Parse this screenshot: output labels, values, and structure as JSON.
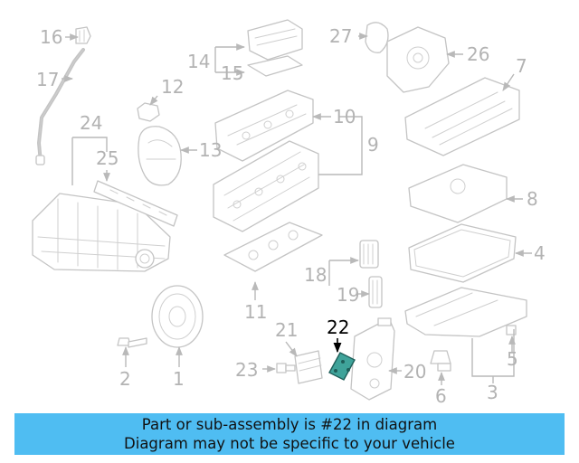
{
  "diagram": {
    "callouts": [
      "16",
      "17",
      "24",
      "25",
      "12",
      "13",
      "14",
      "15",
      "10",
      "9",
      "27",
      "26",
      "7",
      "8",
      "4",
      "18",
      "19",
      "11",
      "21",
      "22",
      "23",
      "20",
      "2",
      "1",
      "6",
      "5",
      "3"
    ],
    "highlighted": "22",
    "colors": {
      "highlight_part": "#3fa39a",
      "banner_bg": "#4fbdf2",
      "line_art": "#c4c4c4"
    }
  },
  "banner": {
    "line1": "Part or sub-assembly is #22 in diagram",
    "line2": "Diagram may not be specific to your vehicle"
  }
}
